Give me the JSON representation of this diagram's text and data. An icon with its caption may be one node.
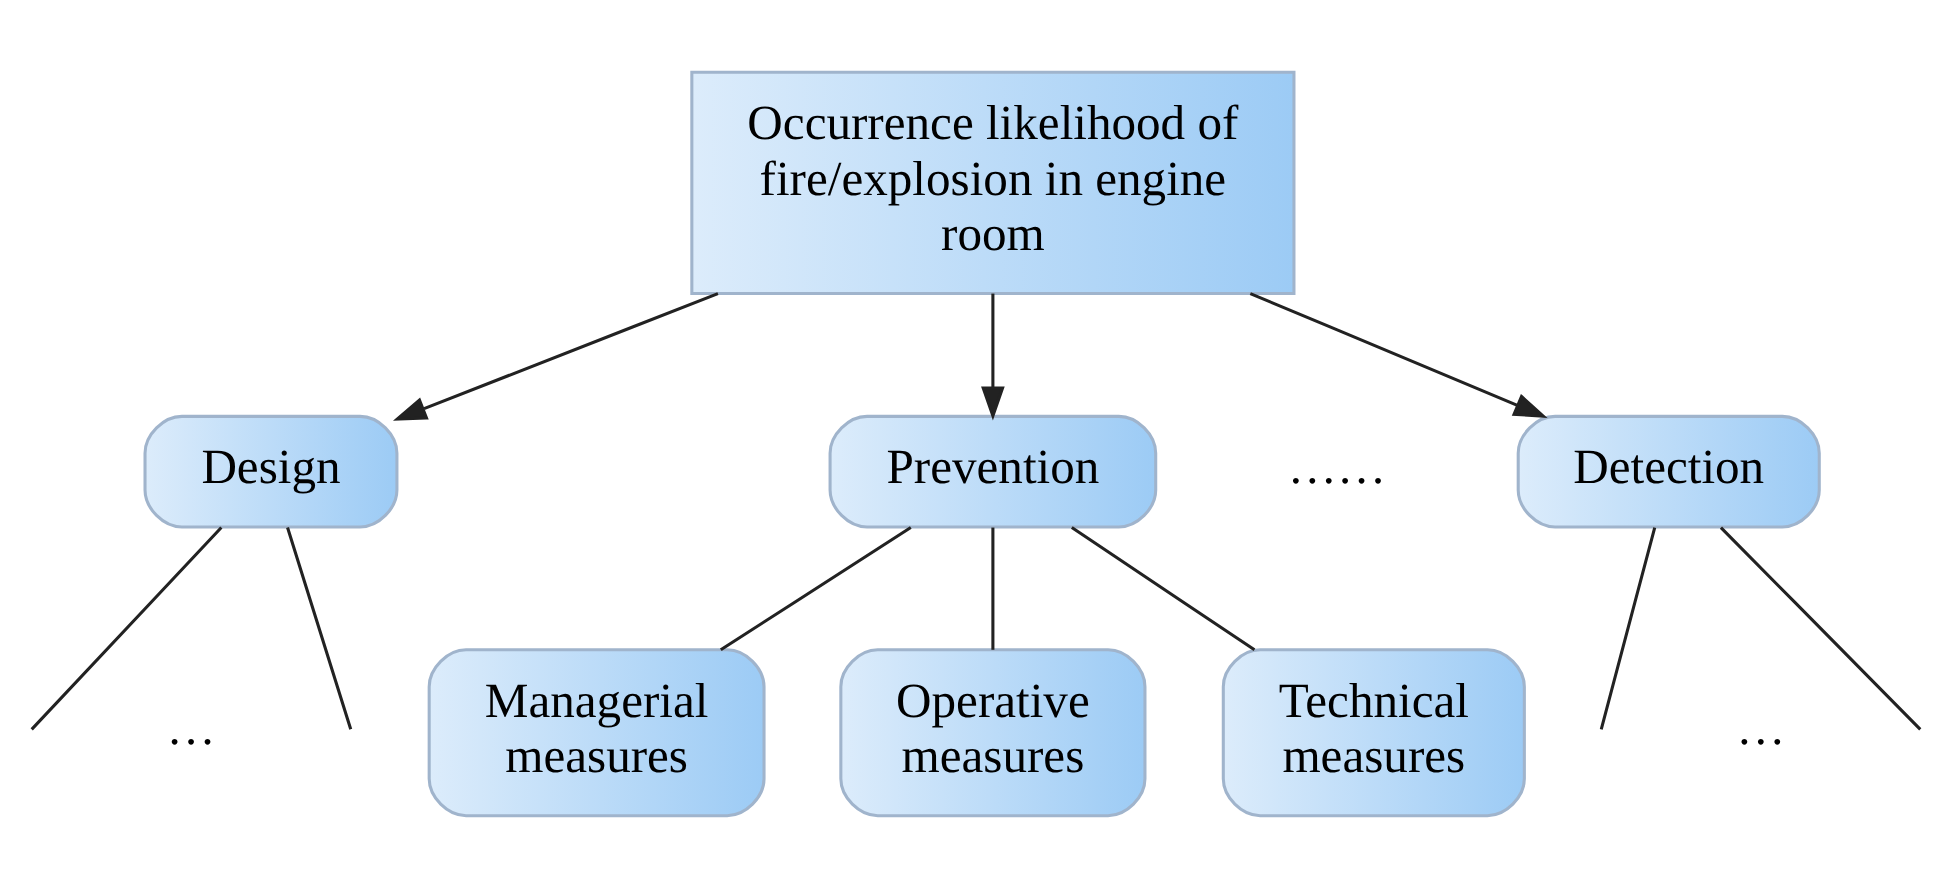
{
  "diagram": {
    "nodes": [
      {
        "text": [
          "Occurrence likelihood of fire/explosion in engine room"
        ]
      },
      {
        "text": [
          "Design"
        ]
      },
      {
        "text": [
          "Prevention"
        ]
      },
      {
        "text": [
          "Detection"
        ]
      },
      {
        "text": [
          "Managerial measures"
        ]
      },
      {
        "text": [
          "Operative measures"
        ]
      },
      {
        "text": [
          "Technical measures"
        ]
      }
    ],
    "edges": [
      {
        "from": 0,
        "to": 1,
        "arrow": "to"
      },
      {
        "from": 0,
        "to": 2,
        "arrow": "to"
      },
      {
        "from": 0,
        "to": 3,
        "arrow": "to"
      },
      {
        "from": 2,
        "to": 4,
        "arrow": "none"
      },
      {
        "from": 2,
        "to": 5,
        "arrow": "none"
      },
      {
        "from": 2,
        "to": 6,
        "arrow": "none"
      },
      {
        "from": 1,
        "to": null,
        "arrow": "none"
      },
      {
        "from": 1,
        "to": null,
        "arrow": "none"
      },
      {
        "from": 3,
        "to": null,
        "arrow": "none"
      },
      {
        "from": 3,
        "to": null,
        "arrow": "none"
      }
    ],
    "labels": [
      "……",
      "…",
      "…"
    ]
  }
}
